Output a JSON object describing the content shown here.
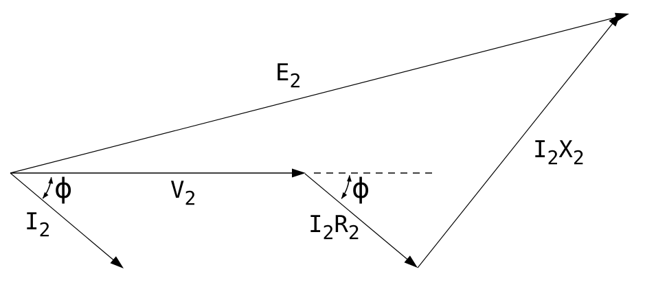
{
  "diagram": {
    "background_color": "#ffffff",
    "line_color": "#000000",
    "labels": {
      "e2": {
        "main": "E",
        "sub": "2"
      },
      "v2": {
        "main": "V",
        "sub": "2"
      },
      "i2": {
        "main": "I",
        "sub": "2"
      },
      "i2r2": {
        "m1": "I",
        "s1": "2",
        "m2": "R",
        "s2": "2"
      },
      "i2x2": {
        "m1": "I",
        "s1": "2",
        "m2": "X",
        "s2": "2"
      },
      "phi": "ϕ"
    }
  }
}
